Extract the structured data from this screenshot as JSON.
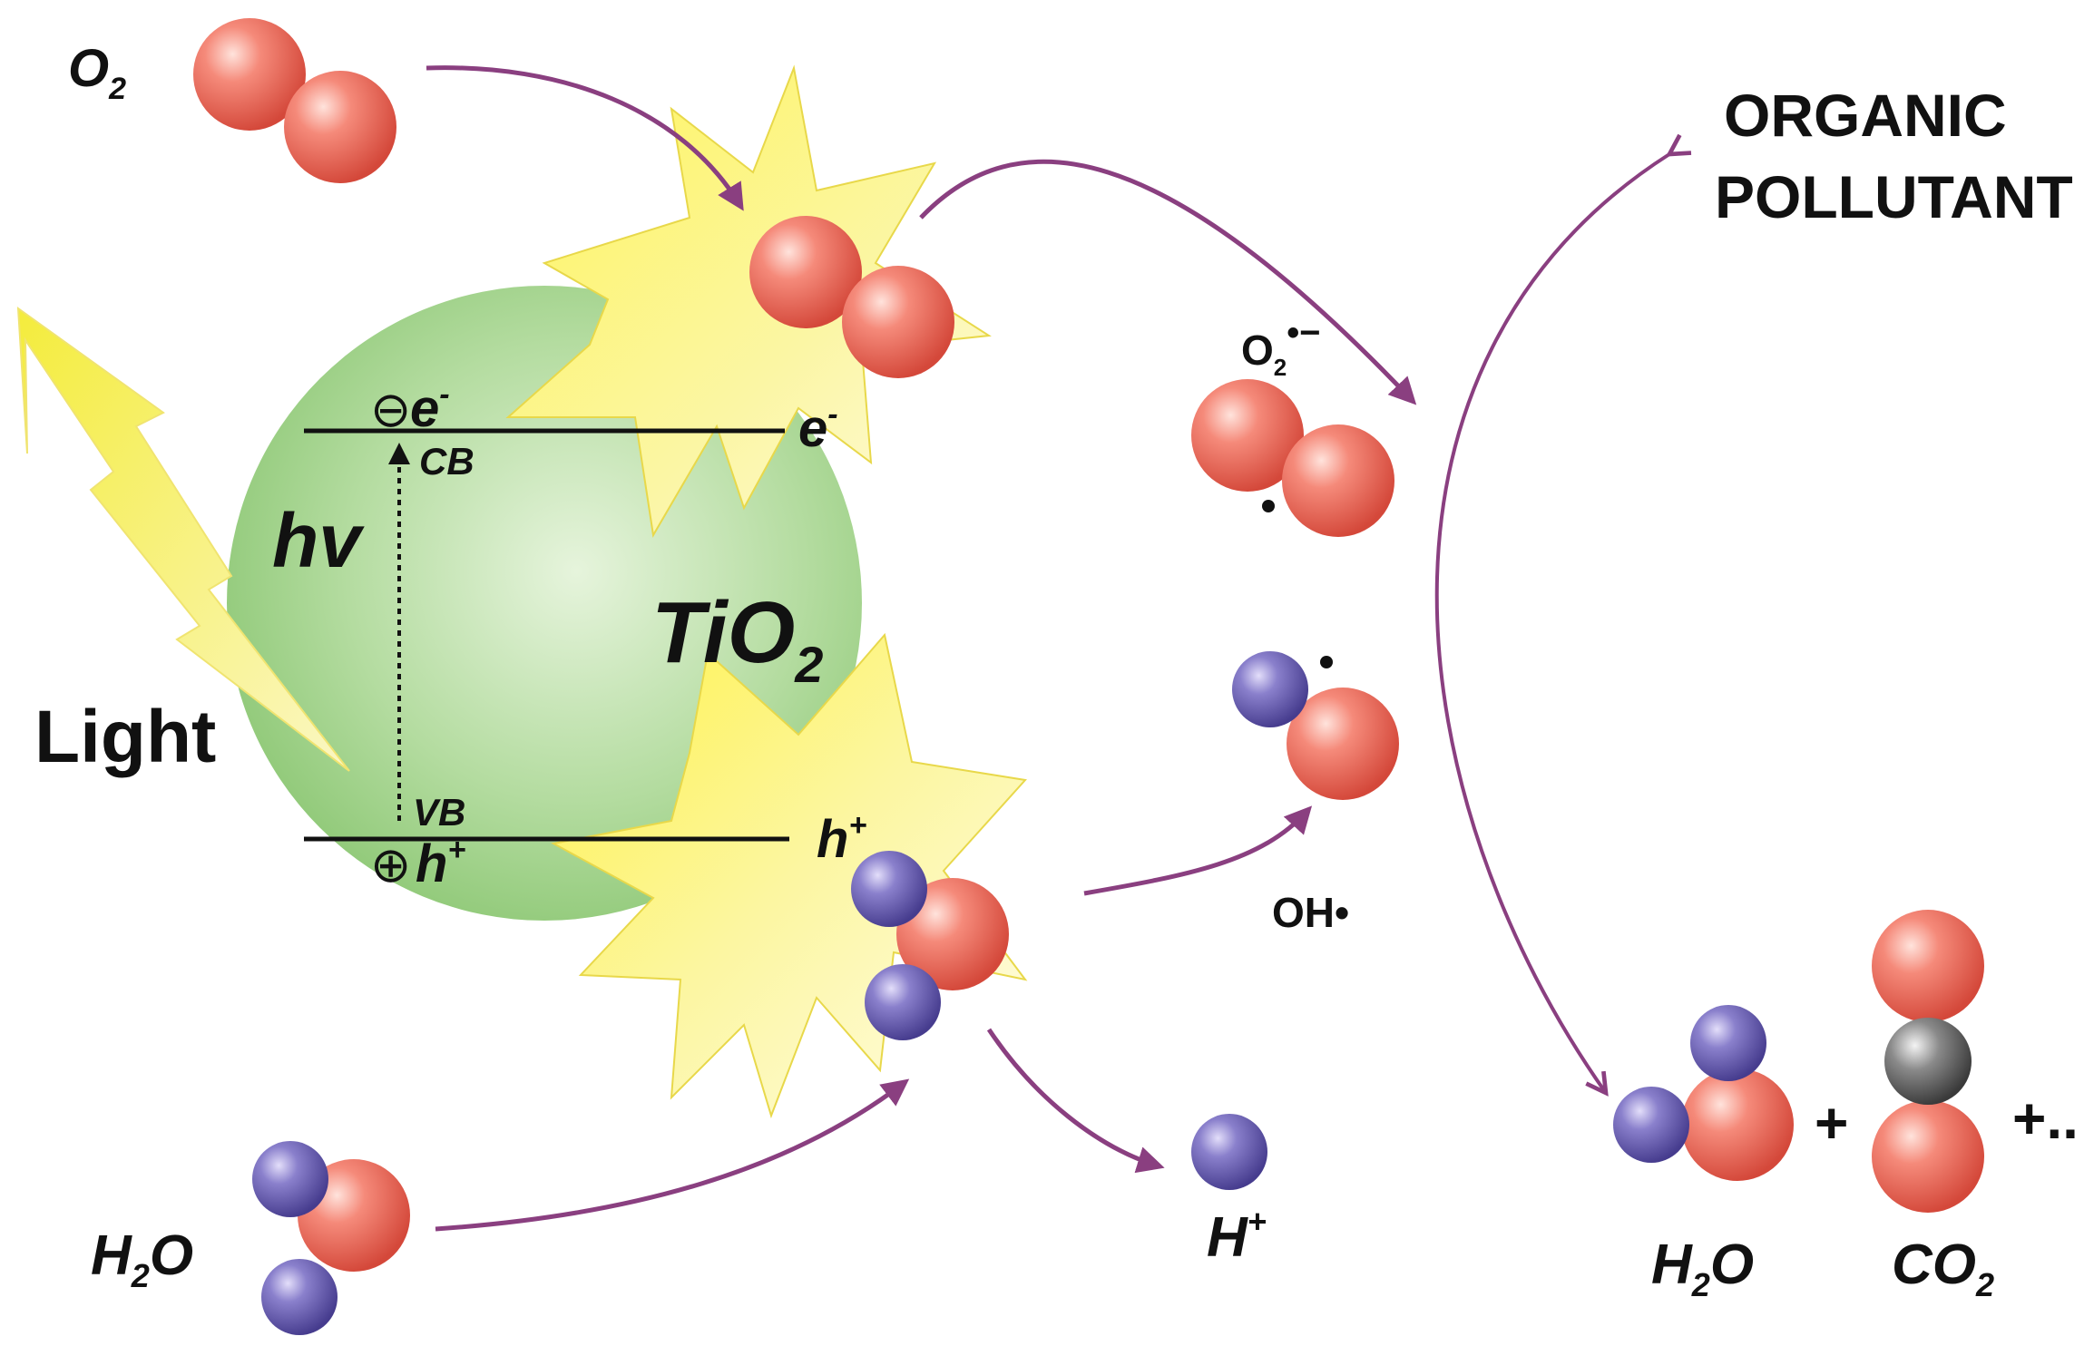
{
  "labels": {
    "o2_in": "O",
    "o2_in_sub": "2",
    "organic_line1": "ORGANIC",
    "organic_line2": "POLLUTANT",
    "superoxide": "O",
    "superoxide_sub": "2",
    "superoxide_sup": "•−",
    "electron_top": "e",
    "electron_top_sup": "-",
    "electron_right": "e",
    "electron_right_sup": "-",
    "cb": "CB",
    "vb": "VB",
    "hv": "hv",
    "tio2": "TiO",
    "tio2_sub": "2",
    "light": "Light",
    "hole_bottom": "h",
    "hole_bottom_sup": "+",
    "hole_right": "h",
    "hole_right_sup": "+",
    "hydroxyl": "OH•",
    "water_in": "H",
    "water_in_sub": "2",
    "water_in_end": "O",
    "proton": "H",
    "proton_sup": "+",
    "water_out": "H",
    "water_out_sub": "2",
    "water_out_end": "O",
    "co2": "CO",
    "co2_sub": "2",
    "plus1": "+",
    "plus2": "+..",
    "minus_symbol": "⊖",
    "plus_symbol": "⊕"
  },
  "colors": {
    "oxygen_atom": "#ee6a5a",
    "hydrogen_atom": "#6a5fb0",
    "carbon_atom": "#666666",
    "tio2_sphere": "#9fd08a",
    "flash": "#f5f34a",
    "light_bolt": "#f7f070",
    "arrow": "#8a3f80"
  }
}
